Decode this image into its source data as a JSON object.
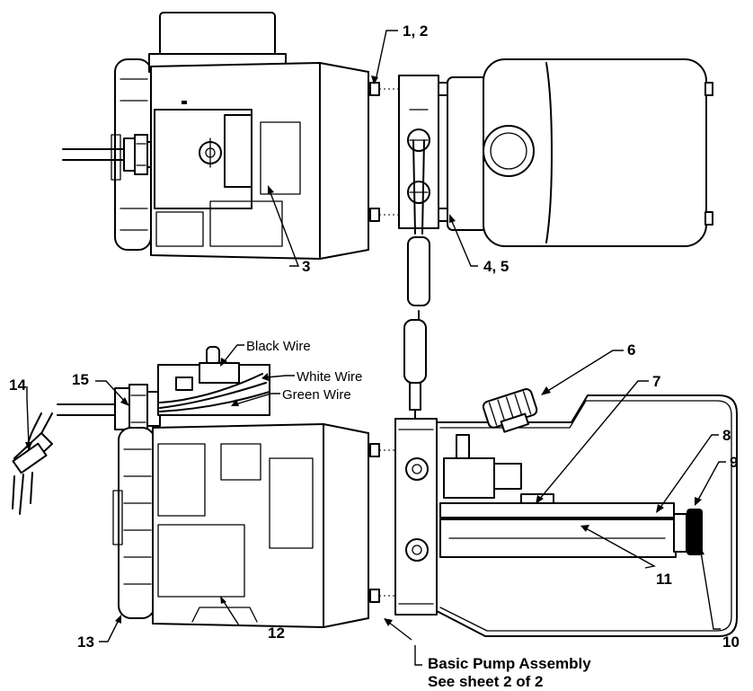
{
  "callouts": {
    "c1_2": "1, 2",
    "c3": "3",
    "c4_5": "4, 5",
    "c6": "6",
    "c7": "7",
    "c8": "8",
    "c9": "9",
    "c10": "10",
    "c11": "11",
    "c12": "12",
    "c13": "13",
    "c14": "14",
    "c15": "15"
  },
  "wires": {
    "black": "Black Wire",
    "white": "White Wire",
    "green": "Green Wire"
  },
  "note": {
    "line1": "Basic Pump Assembly",
    "line2": "See sheet 2 of 2"
  }
}
